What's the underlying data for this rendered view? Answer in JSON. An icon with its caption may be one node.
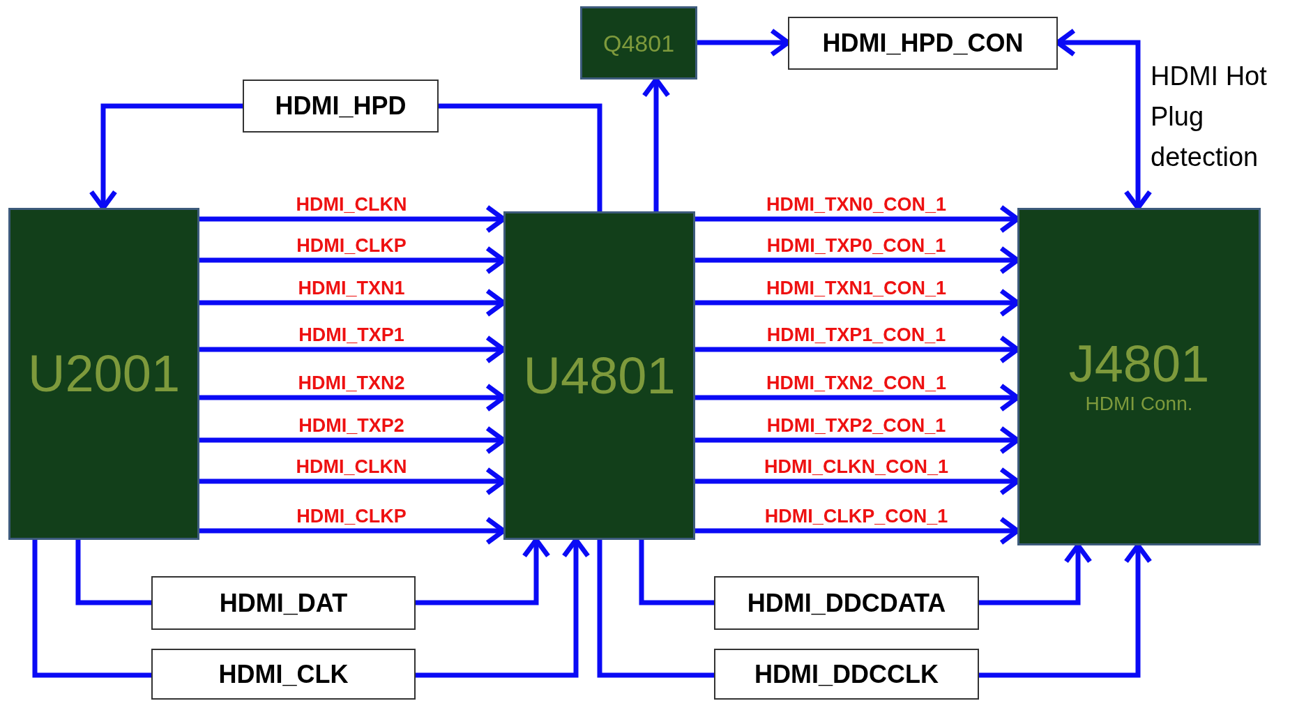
{
  "diagram": {
    "nodes": [
      {
        "text": [
          "Q4801"
        ]
      },
      {
        "text": [
          "HDMI_HPD_CON"
        ]
      },
      {
        "text": [
          "HDMI_HPD"
        ]
      },
      {
        "text": [
          "U2001"
        ]
      },
      {
        "text": [
          "U4801"
        ]
      },
      {
        "text": [
          "J4801",
          "HDMI Conn."
        ]
      },
      {
        "text": [
          "HDMI_DAT"
        ]
      },
      {
        "text": [
          "HDMI_DDCDATA"
        ]
      },
      {
        "text": [
          "HDMI_CLK"
        ]
      },
      {
        "text": [
          "HDMI_DDCCLK"
        ]
      }
    ],
    "edges": [
      {
        "from": 4,
        "to": 2,
        "arrow": "none"
      },
      {
        "from": 2,
        "to": 3,
        "arrow": "to"
      },
      {
        "from": 4,
        "to": 0,
        "arrow": "to"
      },
      {
        "from": 0,
        "to": 1,
        "arrow": "to"
      },
      {
        "from": 1,
        "to": 5,
        "arrow": "both"
      },
      {
        "from": 3,
        "to": 4,
        "arrow": "to",
        "label": "HDMI_CLKN"
      },
      {
        "from": 3,
        "to": 4,
        "arrow": "to",
        "label": "HDMI_CLKP"
      },
      {
        "from": 3,
        "to": 4,
        "arrow": "to",
        "label": "HDMI_TXN1"
      },
      {
        "from": 3,
        "to": 4,
        "arrow": "to",
        "label": "HDMI_TXP1"
      },
      {
        "from": 3,
        "to": 4,
        "arrow": "to",
        "label": "HDMI_TXN2"
      },
      {
        "from": 3,
        "to": 4,
        "arrow": "to",
        "label": "HDMI_TXP2"
      },
      {
        "from": 3,
        "to": 4,
        "arrow": "to",
        "label": "HDMI_CLKN"
      },
      {
        "from": 3,
        "to": 4,
        "arrow": "to",
        "label": "HDMI_CLKP"
      },
      {
        "from": 4,
        "to": 5,
        "arrow": "to",
        "label": "HDMI_TXN0_CON_1"
      },
      {
        "from": 4,
        "to": 5,
        "arrow": "to",
        "label": "HDMI_TXP0_CON_1"
      },
      {
        "from": 4,
        "to": 5,
        "arrow": "to",
        "label": "HDMI_TXN1_CON_1"
      },
      {
        "from": 4,
        "to": 5,
        "arrow": "to",
        "label": "HDMI_TXP1_CON_1"
      },
      {
        "from": 4,
        "to": 5,
        "arrow": "to",
        "label": "HDMI_TXN2_CON_1"
      },
      {
        "from": 4,
        "to": 5,
        "arrow": "to",
        "label": "HDMI_TXP2_CON_1"
      },
      {
        "from": 4,
        "to": 5,
        "arrow": "to",
        "label": "HDMI_CLKN_CON_1"
      },
      {
        "from": 4,
        "to": 5,
        "arrow": "to",
        "label": "HDMI_CLKP_CON_1"
      },
      {
        "from": 3,
        "to": 6,
        "arrow": "none"
      },
      {
        "from": 6,
        "to": 4,
        "arrow": "to"
      },
      {
        "from": 3,
        "to": 8,
        "arrow": "none"
      },
      {
        "from": 8,
        "to": 4,
        "arrow": "to"
      },
      {
        "from": 4,
        "to": 7,
        "arrow": "none"
      },
      {
        "from": 7,
        "to": 5,
        "arrow": "to"
      },
      {
        "from": 4,
        "to": 9,
        "arrow": "none"
      },
      {
        "from": 9,
        "to": 5,
        "arrow": "to"
      }
    ],
    "labels": [
      "HDMI Hot Plug detection"
    ]
  }
}
